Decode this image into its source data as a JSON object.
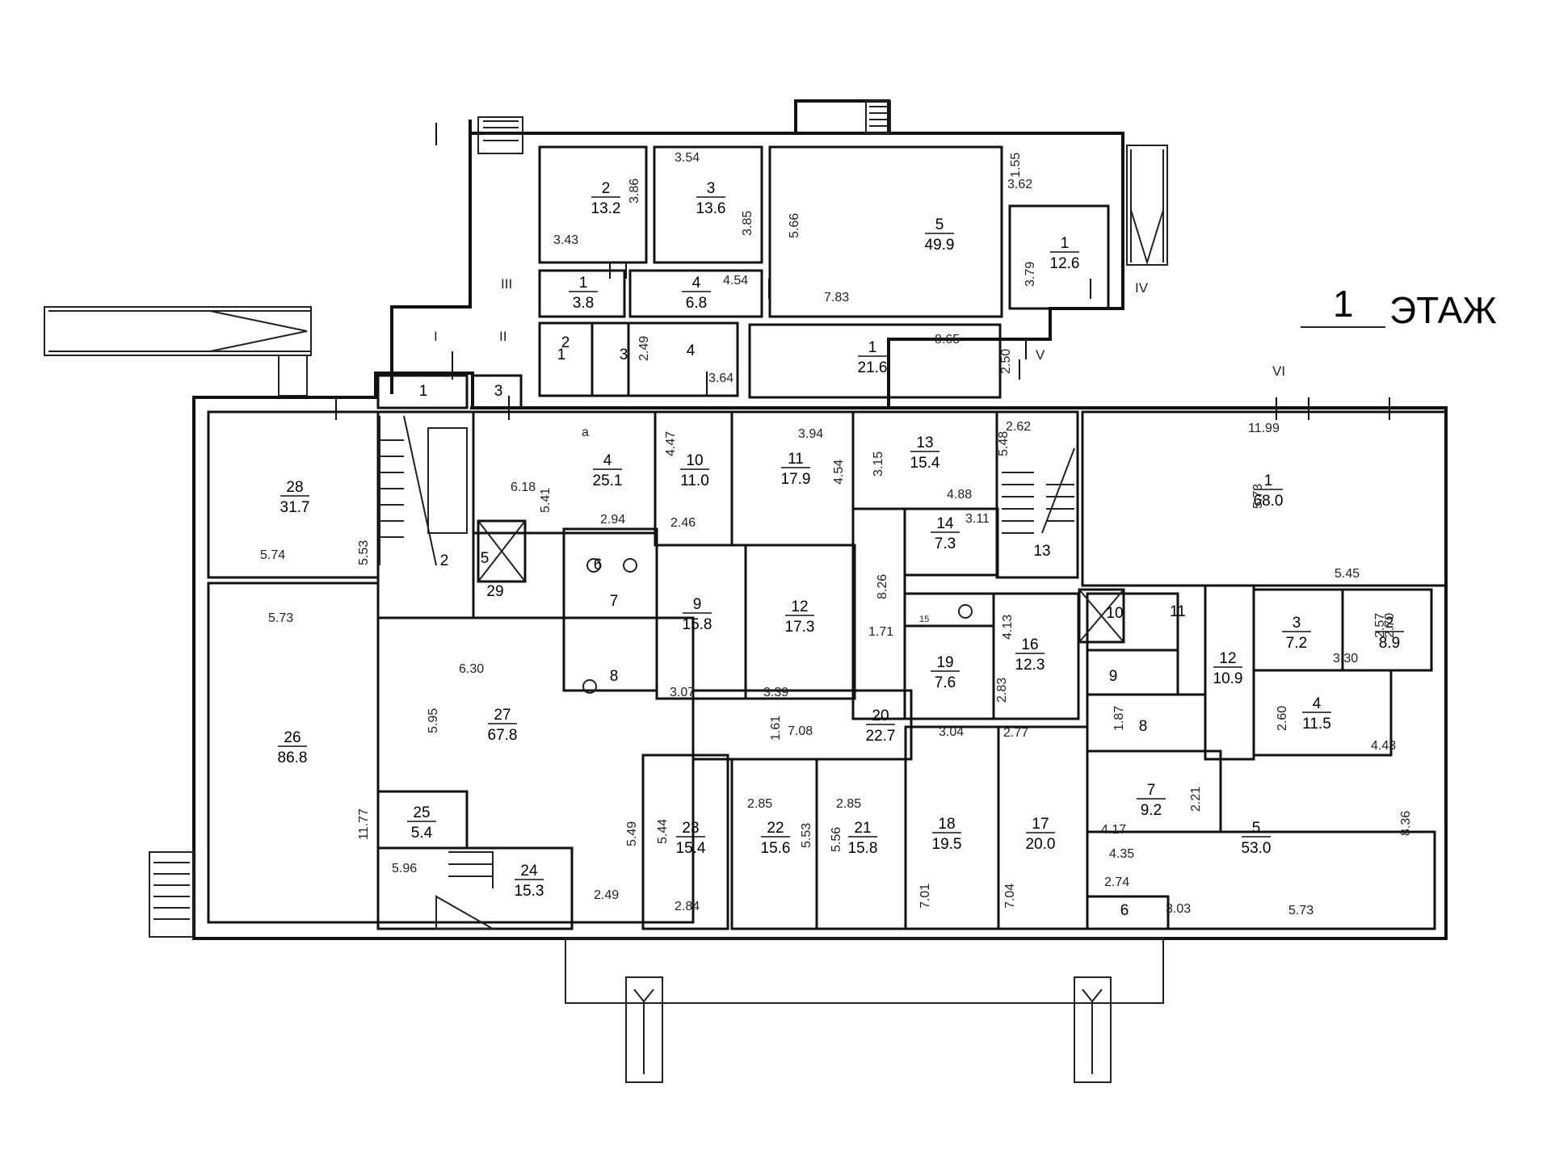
{
  "title": {
    "floor": "1",
    "word": "ЭТАЖ"
  },
  "roman": [
    "I",
    "II",
    "III",
    "IV",
    "V",
    "VI"
  ],
  "small_marks": {
    "a": "а",
    "fifteen": "15"
  },
  "rooms": [
    {
      "id": "n2",
      "num": "2",
      "area": "13.2"
    },
    {
      "id": "n3",
      "num": "3",
      "area": "13.6"
    },
    {
      "id": "n5top",
      "num": "5",
      "area": "49.9"
    },
    {
      "id": "n1iv",
      "num": "1",
      "area": "12.6"
    },
    {
      "id": "n1iii",
      "num": "1",
      "area": "3.8"
    },
    {
      "id": "n4iii",
      "num": "4",
      "area": "6.8"
    },
    {
      "id": "n1v",
      "num": "1",
      "area": "21.6"
    },
    {
      "id": "n4wing",
      "num": "4",
      "area": "25.1"
    },
    {
      "id": "n10",
      "num": "10",
      "area": "11.0"
    },
    {
      "id": "n11",
      "num": "11",
      "area": "17.9"
    },
    {
      "id": "n13",
      "num": "13",
      "area": "15.4"
    },
    {
      "id": "n14",
      "num": "14",
      "area": "7.3"
    },
    {
      "id": "n28",
      "num": "28",
      "area": "31.7"
    },
    {
      "id": "n26",
      "num": "26",
      "area": "86.8"
    },
    {
      "id": "n27",
      "num": "27",
      "area": "67.8"
    },
    {
      "id": "n9",
      "num": "9",
      "area": "15.8"
    },
    {
      "id": "n12",
      "num": "12",
      "area": "17.3"
    },
    {
      "id": "n19",
      "num": "19",
      "area": "7.6"
    },
    {
      "id": "n16",
      "num": "16",
      "area": "12.3"
    },
    {
      "id": "n20",
      "num": "20",
      "area": "22.7"
    },
    {
      "id": "n25",
      "num": "25",
      "area": "5.4"
    },
    {
      "id": "n24",
      "num": "24",
      "area": "15.3"
    },
    {
      "id": "n23",
      "num": "23",
      "area": "15.4"
    },
    {
      "id": "n22",
      "num": "22",
      "area": "15.6"
    },
    {
      "id": "n21",
      "num": "21",
      "area": "15.8"
    },
    {
      "id": "n18",
      "num": "18",
      "area": "19.5"
    },
    {
      "id": "n17",
      "num": "17",
      "area": "20.0"
    },
    {
      "id": "n1vi",
      "num": "1",
      "area": "68.0"
    },
    {
      "id": "n3vi",
      "num": "3",
      "area": "7.2"
    },
    {
      "id": "n2vi",
      "num": "2",
      "area": "8.9"
    },
    {
      "id": "n12vi",
      "num": "12",
      "area": "10.9"
    },
    {
      "id": "n4vi",
      "num": "4",
      "area": "11.5"
    },
    {
      "id": "n7vi",
      "num": "7",
      "area": "9.2"
    },
    {
      "id": "n5vi",
      "num": "5",
      "area": "53.0"
    }
  ],
  "labels": [
    "1",
    "2",
    "3",
    "4",
    "1",
    "3",
    "2",
    "29",
    "5",
    "6",
    "7",
    "8",
    "13",
    "10",
    "11",
    "9",
    "8",
    "6"
  ],
  "dims": [
    "3.86",
    "3.43",
    "3.54",
    "3.85",
    "5.66",
    "1.55",
    "3.62",
    "3.79",
    "4.54",
    "7.83",
    "2.49",
    "3.64",
    "8.65",
    "2.50",
    "4.47",
    "2.46",
    "3.94",
    "4.54",
    "3.15",
    "4.88",
    "3.11",
    "5.48",
    "2.62",
    "6.18",
    "5.41",
    "2.94",
    "5.74",
    "5.53",
    "5.73",
    "6.30",
    "5.95",
    "11.77",
    "5.96",
    "3.07",
    "3.39",
    "8.26",
    "1.71",
    "4.13",
    "2.83",
    "1.61",
    "7.08",
    "3.04",
    "2.77",
    "5.44",
    "5.49",
    "2.49",
    "2.84",
    "2.85",
    "5.53",
    "2.85",
    "5.56",
    "7.01",
    "7.04",
    "11.99",
    "5.73",
    "5.45",
    "2.57",
    "2.70",
    "3.30",
    "2.60",
    "4.43",
    "1.87",
    "2.21",
    "4.17",
    "4.35",
    "8.36",
    "2.74",
    "3.03",
    "5.73"
  ]
}
